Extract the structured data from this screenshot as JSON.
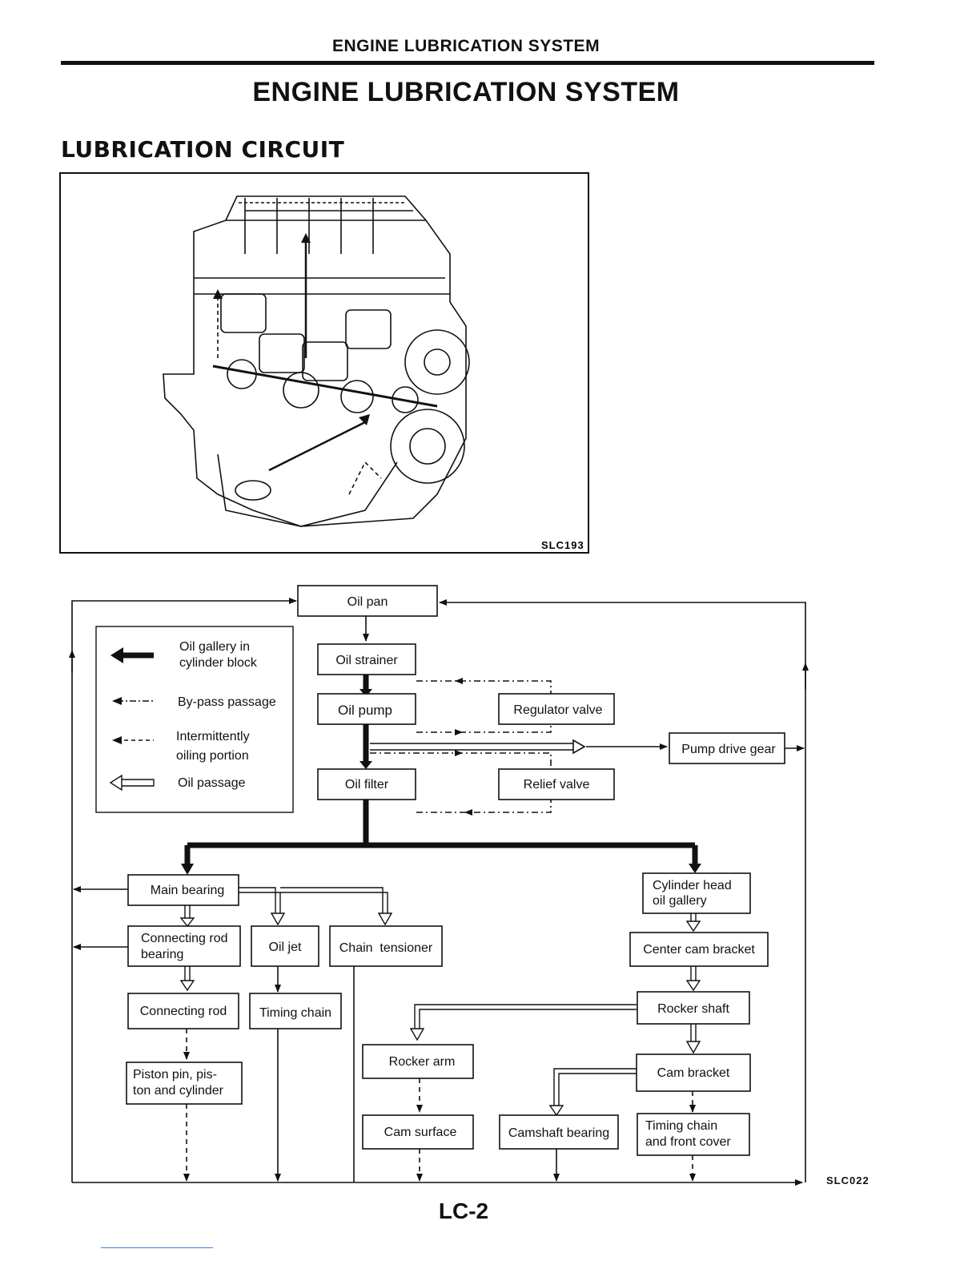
{
  "header": {
    "running_title": "ENGINE LUBRICATION SYSTEM"
  },
  "page_title": "ENGINE LUBRICATION SYSTEM",
  "section_heading": "LUBRICATION CIRCUIT",
  "illustration": {
    "code": "SLC193"
  },
  "legend": {
    "oil_gallery": [
      "Oil gallery in",
      "cylinder block"
    ],
    "bypass": "By-pass passage",
    "intermittent": [
      "Intermittently",
      "oiling portion"
    ],
    "oil_passage": "Oil passage"
  },
  "boxes": {
    "oil_pan": [
      "Oil pan"
    ],
    "oil_strainer": [
      "Oil strainer"
    ],
    "oil_pump": [
      "Oil pump"
    ],
    "regulator_valve": [
      "Regulator valve"
    ],
    "pump_drive_gear": [
      "Pump drive gear"
    ],
    "oil_filter": [
      "Oil filter"
    ],
    "relief_valve": [
      "Relief valve"
    ],
    "main_bearing": [
      "Main bearing"
    ],
    "cylinder_head_gallery": [
      "Cylinder head",
      "oil gallery"
    ],
    "conrod_bearing": [
      "Connecting rod",
      "bearing"
    ],
    "oil_jet": [
      "Oil jet"
    ],
    "chain_tensioner": [
      "Chain  tensioner"
    ],
    "center_cam_bracket": [
      "Center cam bracket"
    ],
    "connecting_rod": [
      "Connecting rod"
    ],
    "timing_chain": [
      "Timing chain"
    ],
    "rocker_shaft": [
      "Rocker shaft"
    ],
    "piston_pin": [
      "Piston pin, pis-",
      "ton and cylinder"
    ],
    "rocker_arm": [
      "Rocker arm"
    ],
    "cam_bracket": [
      "Cam bracket"
    ],
    "cam_surface": [
      "Cam surface"
    ],
    "camshaft_bearing": [
      "Camshaft bearing"
    ],
    "timing_chain_cover": [
      "Timing chain",
      "and front cover"
    ]
  },
  "diagram_code": "SLC022",
  "page_number": "LC-2"
}
